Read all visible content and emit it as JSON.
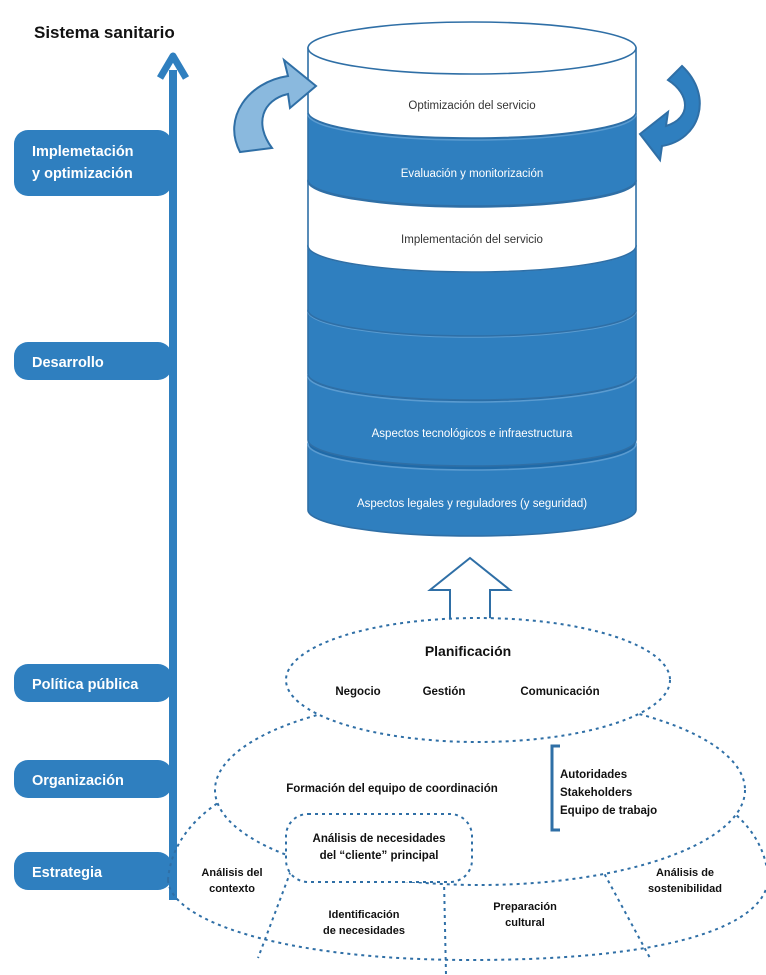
{
  "axis": {
    "title": "Sistema sanitario",
    "stages": [
      {
        "label_lines": [
          "Implemetación",
          "y optimización"
        ]
      },
      {
        "label_lines": [
          "Desarrollo"
        ]
      },
      {
        "label_lines": [
          "Política pública"
        ]
      },
      {
        "label_lines": [
          "Organización"
        ]
      },
      {
        "label_lines": [
          "Estrategia"
        ]
      }
    ]
  },
  "stack": {
    "layers": [
      {
        "label": "Optimización del servicio",
        "style": "white"
      },
      {
        "label": "Evaluación y monitorización",
        "style": "blue"
      },
      {
        "label": "Implementación del servicio",
        "style": "white"
      },
      {
        "label": "",
        "style": "blue"
      },
      {
        "label": "",
        "style": "blue"
      },
      {
        "label": "Aspectos tecnológicos e infraestructura",
        "style": "blue"
      },
      {
        "label": "Aspectos legales y reguladores (y seguridad)",
        "style": "blue"
      }
    ]
  },
  "planning": {
    "title": "Planificación",
    "items": [
      "Negocio",
      "Gestión",
      "Comunicación"
    ]
  },
  "coordination": {
    "label": "Formación del equipo de coordinación",
    "members": [
      "Autoridades",
      "Stakeholders",
      "Equipo de trabajo"
    ]
  },
  "base": {
    "client_needs_lines": [
      "Análisis de necesidades",
      "del “cliente” principal"
    ],
    "context_lines": [
      "Análisis del",
      "contexto"
    ],
    "identification_lines": [
      "Identificación",
      "de necesidades"
    ],
    "culture_lines": [
      "Preparación",
      "cultural"
    ],
    "sustainability_lines": [
      "Análisis de",
      "sostenibilidad"
    ]
  },
  "colors": {
    "blue": "#2f7fbf",
    "blue_dark": "#1f6aa8",
    "light_blue": "#8ab9de",
    "outline": "#2f6fa6",
    "white": "#ffffff"
  }
}
